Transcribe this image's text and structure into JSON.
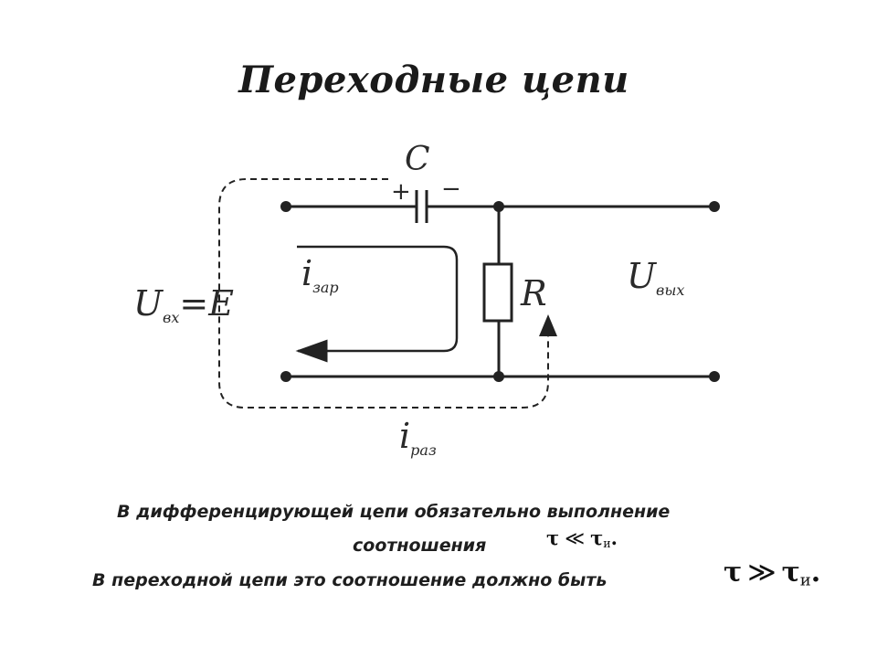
{
  "slide": {
    "title": "Переходные цепи",
    "circuit": {
      "capacitor_label": "C",
      "capacitor_plus": "+",
      "capacitor_minus": "−",
      "resistor_label": "R",
      "input": {
        "main": "U",
        "sub": "вх",
        "rest": "=E"
      },
      "output": {
        "main": "U",
        "sub": "вых"
      },
      "charge_current": {
        "main": "i",
        "sub": "зар"
      },
      "discharge_current": {
        "main": "i",
        "sub": "раз"
      }
    },
    "text": {
      "line1": "В дифференцирующей цепи обязательно выполнение",
      "line2": "соотношения",
      "line3": "В переходной цепи это соотношение должно быть"
    },
    "formula1": {
      "lhs": "τ",
      "op": "≪",
      "rhs": "τ",
      "sub": "и",
      "end": "."
    },
    "formula2": {
      "lhs": "τ",
      "op": "≫",
      "rhs": "τ",
      "sub": "и",
      "end": "."
    }
  }
}
